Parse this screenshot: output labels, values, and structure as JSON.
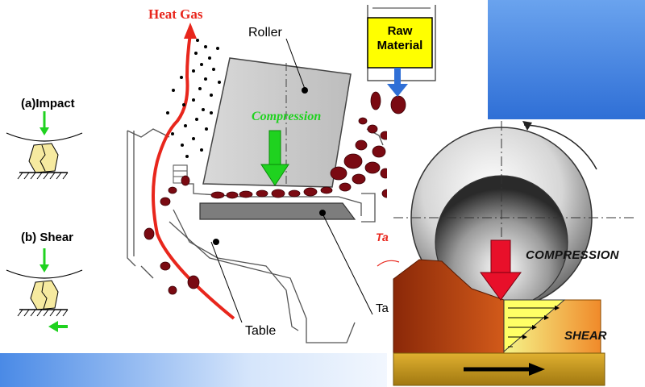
{
  "left_panel": {
    "impact_label": "(a)Impact",
    "shear_label": "(b) Shear"
  },
  "mill_diagram": {
    "heat_gas_label": "Heat Gas",
    "roller_label": "Roller",
    "compression_label": "Compression",
    "table_label": "Table",
    "partial_red_label": "Ta",
    "partial_black_label": "Ta"
  },
  "raw_material": {
    "label_line1": "Raw",
    "label_line2": "Material"
  },
  "inset": {
    "compression_label": "COMPRESSION",
    "shear_label": "SHEAR"
  },
  "colors": {
    "heat_gas": "#e8261c",
    "particle": "#7a0a12",
    "compression_green": "#1fd21f",
    "raw_box_yellow": "#ffff00",
    "feed_arrow_blue": "#2f6fd6",
    "inset_red_arrow": "#e8102a",
    "shear_yellow": "#ffff66",
    "base_gold": "#c99a1a",
    "slide_blue": "#3d7fe0"
  }
}
